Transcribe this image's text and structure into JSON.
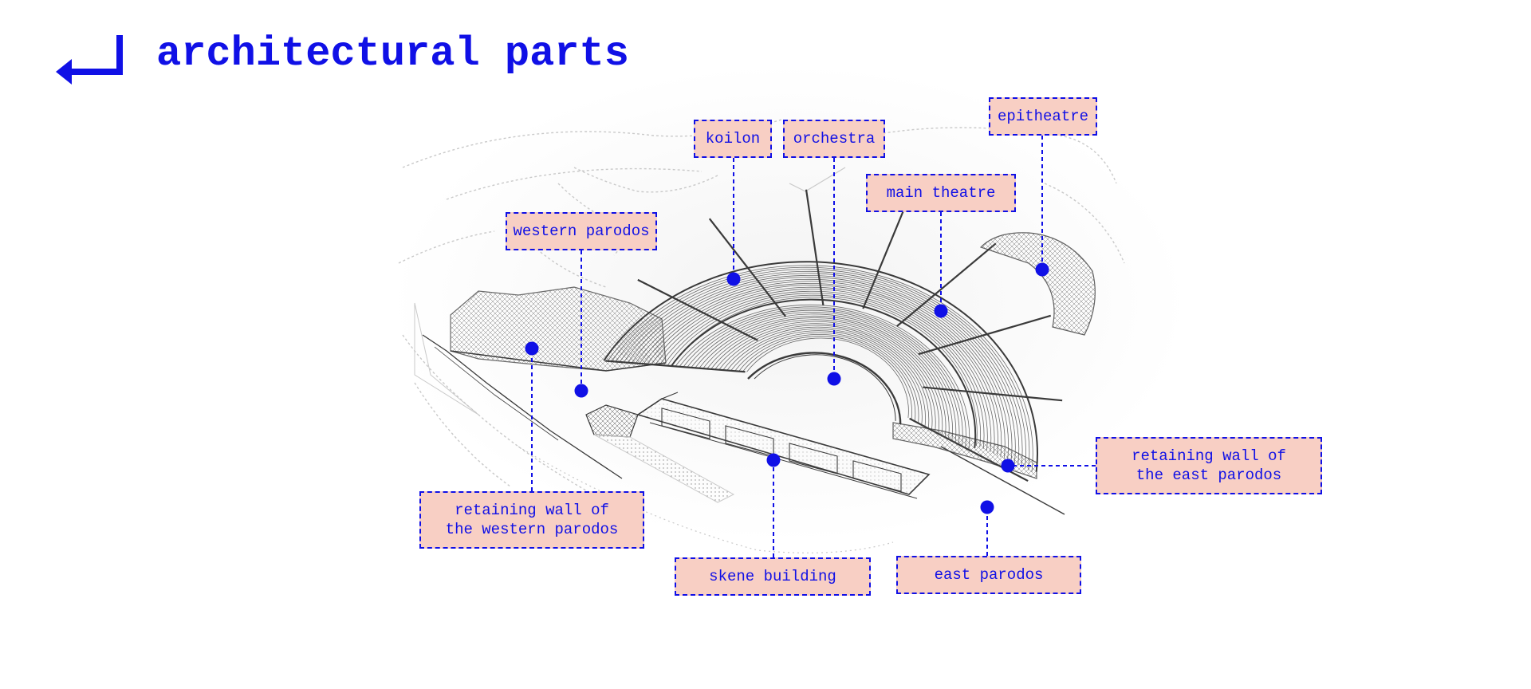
{
  "page": {
    "title": "architectural parts",
    "back_icon": "return-arrow-icon"
  },
  "colors": {
    "accent": "#1010e6",
    "label_fill": "#f8cfc4",
    "drawing_line": "#3a3a3a",
    "drawing_faint": "#c9c9c9"
  },
  "labels": [
    {
      "id": "koilon",
      "text": "koilon"
    },
    {
      "id": "orchestra",
      "text": "orchestra"
    },
    {
      "id": "epitheatre",
      "text": "epitheatre"
    },
    {
      "id": "main-theatre",
      "text": "main theatre"
    },
    {
      "id": "western-parodos",
      "text": "western parodos"
    },
    {
      "id": "retaining-wall-east",
      "text": "retaining wall of\nthe east parodos"
    },
    {
      "id": "retaining-wall-western",
      "text": "retaining wall of\nthe western parodos"
    },
    {
      "id": "skene-building",
      "text": "skene building"
    },
    {
      "id": "east-parodos",
      "text": "east parodos"
    }
  ]
}
